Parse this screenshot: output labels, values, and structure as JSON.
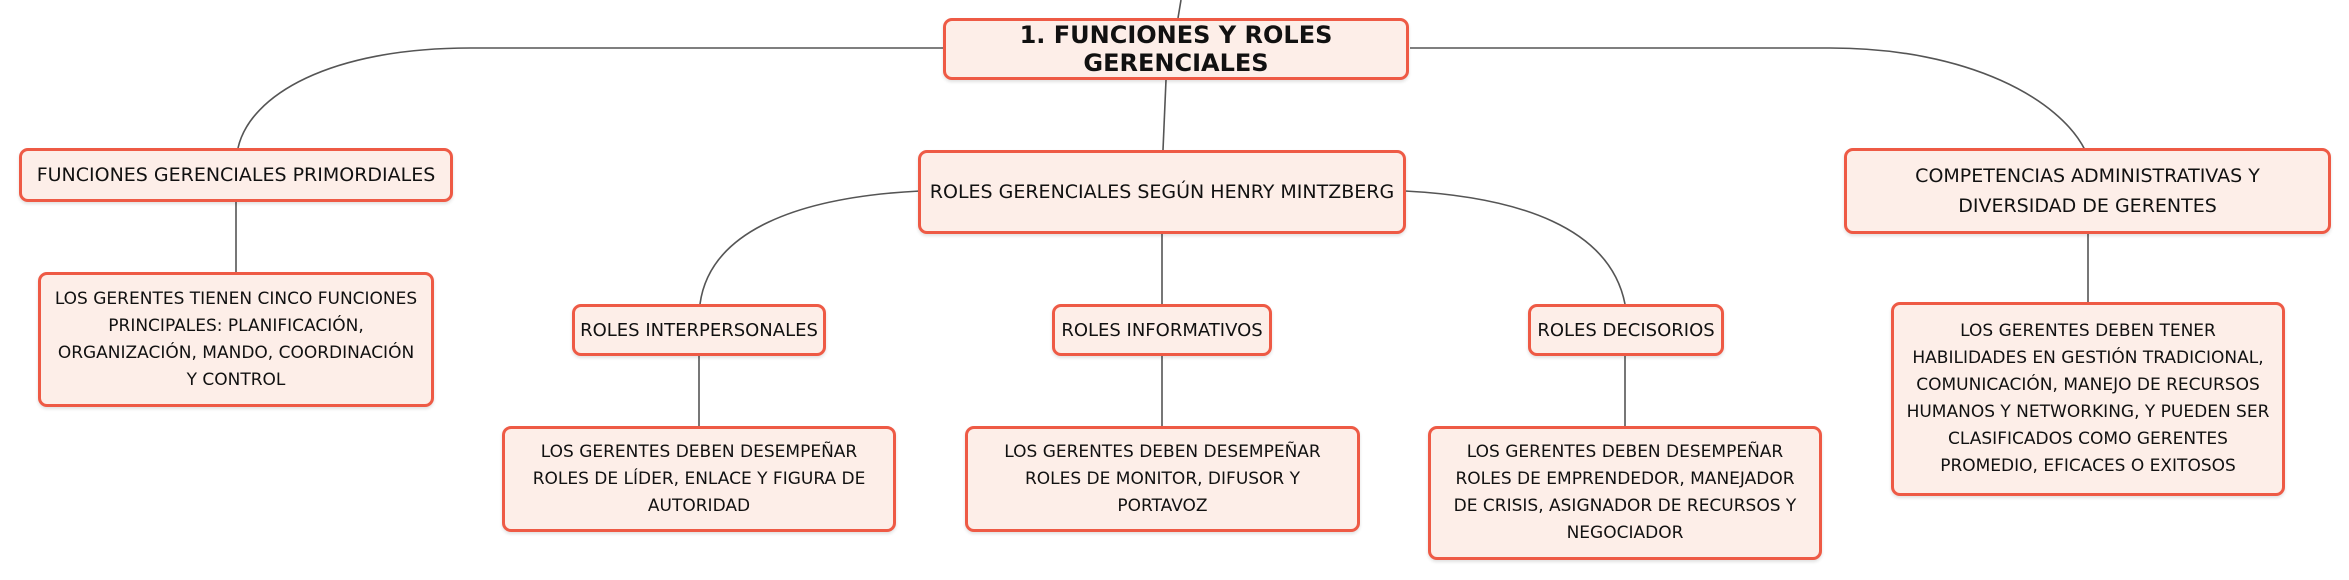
{
  "root": {
    "label": "1. FUNCIONES Y ROLES GERENCIALES"
  },
  "branches": {
    "funciones": {
      "label": "FUNCIONES GERENCIALES PRIMORDIALES",
      "detail": "LOS GERENTES TIENEN CINCO FUNCIONES PRINCIPALES: PLANIFICACIÓN, ORGANIZACIÓN, MANDO, COORDINACIÓN Y CONTROL"
    },
    "roles": {
      "label": "ROLES GERENCIALES SEGÚN HENRY MINTZBERG",
      "interpersonales": {
        "label": "ROLES INTERPERSONALES",
        "detail": "LOS GERENTES DEBEN DESEMPEÑAR ROLES DE LÍDER, ENLACE Y FIGURA DE AUTORIDAD"
      },
      "informativos": {
        "label": "ROLES INFORMATIVOS",
        "detail": "LOS GERENTES DEBEN DESEMPEÑAR ROLES DE MONITOR, DIFUSOR Y PORTAVOZ"
      },
      "decisorios": {
        "label": "ROLES DECISORIOS",
        "detail": "LOS GERENTES DEBEN DESEMPEÑAR ROLES DE EMPRENDEDOR, MANEJADOR DE CRISIS, ASIGNADOR DE RECURSOS Y NEGOCIADOR"
      }
    },
    "competencias": {
      "label": "COMPETENCIAS ADMINISTRATIVAS Y DIVERSIDAD DE GERENTES",
      "detail": "LOS GERENTES DEBEN TENER HABILIDADES EN GESTIÓN TRADICIONAL, COMUNICACIÓN, MANEJO DE RECURSOS HUMANOS Y NETWORKING, Y PUEDEN SER CLASIFICADOS COMO GERENTES PROMEDIO, EFICACES O EXITOSOS"
    }
  },
  "colors": {
    "border": "#ee5a45",
    "fill": "#fdeee8",
    "line": "#555555"
  }
}
